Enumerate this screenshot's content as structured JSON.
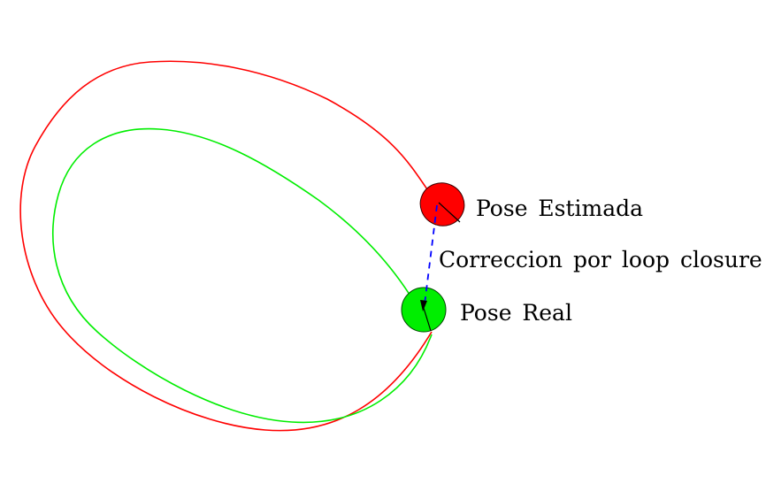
{
  "diagram": {
    "labels": {
      "estimated_pose": "Pose Estimada",
      "real_pose": "Pose Real",
      "correction": "Correccion por loop closure"
    },
    "colors": {
      "estimated_path": "#ff0000",
      "real_path": "#00ee00",
      "estimated_marker": "#ff0000",
      "real_marker": "#00ee00",
      "correction_arrow": "#0000ff",
      "heading_line": "#000000"
    }
  }
}
